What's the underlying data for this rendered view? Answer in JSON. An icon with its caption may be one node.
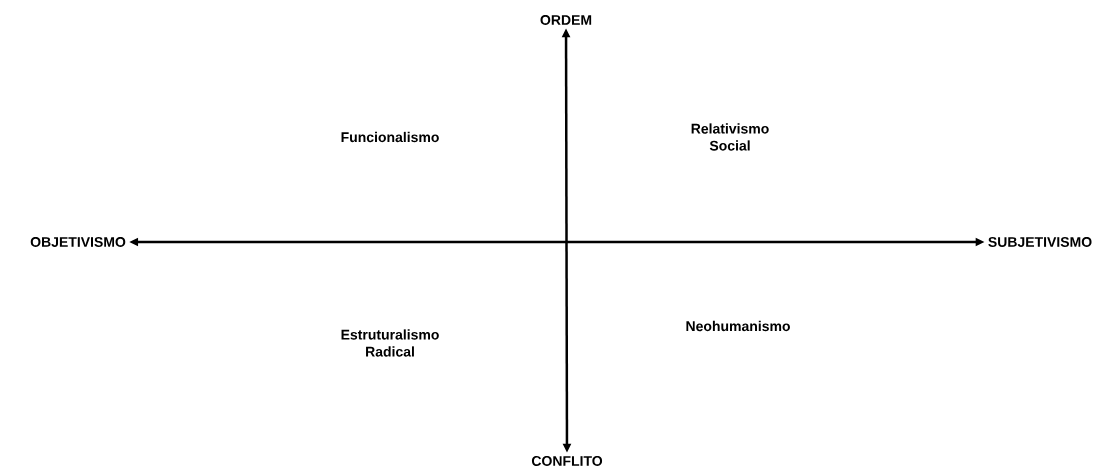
{
  "diagram": {
    "nodes": [
      {
        "text": [
          "ORDEM"
        ]
      },
      {
        "text": [
          "CONFLITO"
        ]
      },
      {
        "text": [
          "OBJETIVISMO"
        ]
      },
      {
        "text": [
          "SUBJETIVISMO"
        ]
      }
    ],
    "edges": [
      {
        "from": 0,
        "to": 1,
        "arrow": "both"
      },
      {
        "from": 2,
        "to": 3,
        "arrow": "both"
      }
    ],
    "labels": [
      "Funcionalismo",
      "Relativismo Social",
      "Estruturalismo Radical",
      "Neohumanismo"
    ]
  }
}
